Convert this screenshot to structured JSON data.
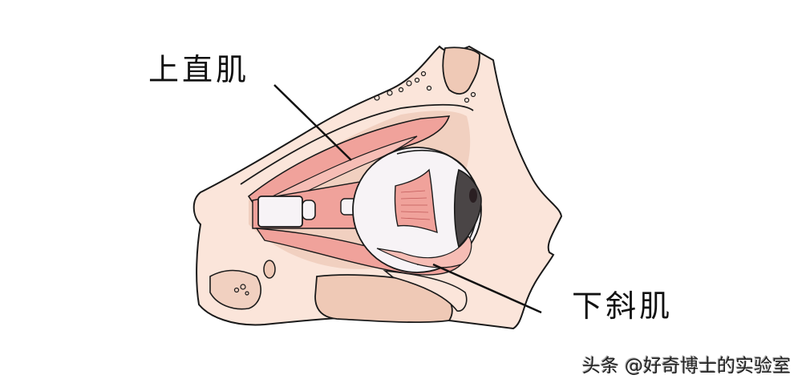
{
  "diagram": {
    "subject": "Side cross-section of the eye socket showing extraocular muscles",
    "labels": [
      {
        "id": "superior-rectus",
        "text": "上直肌"
      },
      {
        "id": "inferior-oblique",
        "text": "下斜肌"
      }
    ],
    "watermark": "头条 @好奇博士的实验室",
    "colors": {
      "skin": "#fbe5da",
      "bone_shade": "#efc9b6",
      "muscle": "#f0a29b",
      "muscle_light": "#f6bdb5",
      "sclera": "#f7f3f6",
      "iris": "#4a4546",
      "pupil": "#2a1f22",
      "outline": "#1a1a1a"
    }
  }
}
